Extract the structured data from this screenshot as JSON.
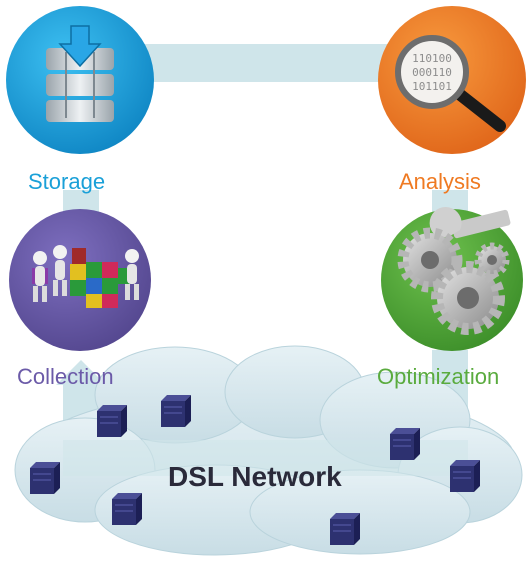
{
  "nodes": {
    "storage": {
      "label": "Storage",
      "color": "#1aa0d8",
      "icon": "database-download-icon"
    },
    "analysis": {
      "label": "Analysis",
      "color": "#ef7a22",
      "icon": "magnifier-binary-icon",
      "binary_lines": [
        "110100",
        "000110",
        "101101"
      ]
    },
    "collection": {
      "label": "Collection",
      "color": "#6b5aa8",
      "icon": "people-building-blocks-icon"
    },
    "optimization": {
      "label": "Optimization",
      "color": "#5aab3e",
      "icon": "gears-wrench-icon"
    }
  },
  "network": {
    "label": "DSL Network",
    "icon": "network-cloud-icon",
    "device_icon": "dsl-device-icon"
  },
  "colors": {
    "loop": "#cfe5ea",
    "cloud": "#d6e8ee",
    "device": "#2d3170"
  }
}
